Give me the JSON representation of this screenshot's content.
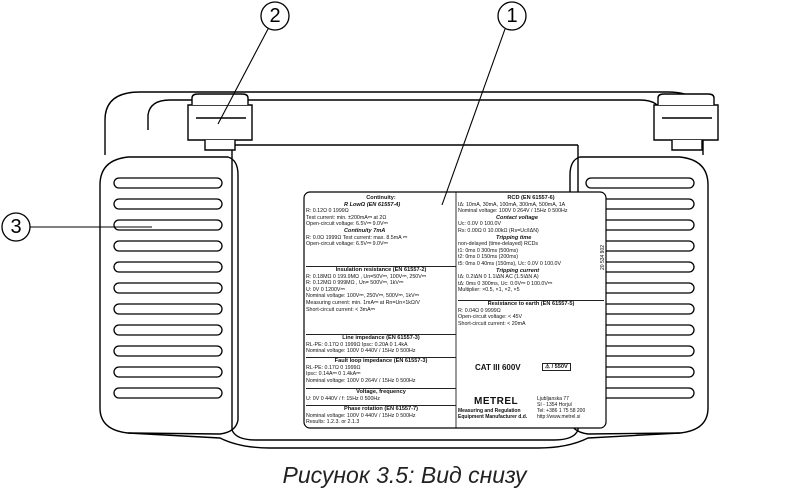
{
  "callouts": [
    "1",
    "2",
    "3"
  ],
  "caption": "Рисунок 3.5: Вид снизу",
  "serial": "20 534 902",
  "label": {
    "left": [
      {
        "lines": [
          {
            "text": "Continuity:",
            "style": "b"
          },
          {
            "text": "R LowΩ  (EN 61557-4)",
            "style": "sub"
          },
          {
            "text": "R: 0.12Ω  0 1999Ω",
            "style": "t"
          },
          {
            "text": "Test current: min. ±200mA⎓ at 2Ω",
            "style": "t"
          },
          {
            "text": "Open-circuit voltage: 6.5V⎓  9.0V⎓",
            "style": "t"
          },
          {
            "text": "Continuity 7mA",
            "style": "sub"
          },
          {
            "text": "R: 0.0Ω  1999Ω  Test current: max. 8.5mA ⎓",
            "style": "t"
          },
          {
            "text": "Open-circuit voltage: 6.5V⎓  9.0V⎓",
            "style": "t"
          }
        ]
      },
      {
        "lines": [
          {
            "text": "Insulation resistance (EN 61557-2)",
            "style": "b"
          },
          {
            "text": "R: 0.18MΩ  0 199.9MΩ , Un=50V⎓, 100V⎓, 250V⎓",
            "style": "t"
          },
          {
            "text": "R: 0.12MΩ  0 999MΩ , Un= 500V⎓, 1kV⎓",
            "style": "t"
          },
          {
            "text": "U: 0V  0 1200V⎓",
            "style": "t"
          },
          {
            "text": "Nominal voltage: 100V⎓, 250V⎓, 500V⎓, 1kV⎓",
            "style": "t"
          },
          {
            "text": "Measuring current: min. 1mA⎓ at Rn=Un×1kΩ/V",
            "style": "t"
          },
          {
            "text": "Short-circuit current: < 3mA⎓",
            "style": "t"
          }
        ]
      },
      {
        "lines": [
          {
            "text": "Line impedance (EN 61557-3)",
            "style": "b"
          },
          {
            "text": "RL-PE: 0.17Ω  0 1999Ω   Ipsc: 0.20A  0 1.4kA",
            "style": "t"
          },
          {
            "text": "Nominal voltage: 100V  0 440V / 15Hz  0 500Hz",
            "style": "t"
          }
        ]
      },
      {
        "lines": [
          {
            "text": "Fault loop impedance (EN 61557-3)",
            "style": "b"
          },
          {
            "text": "RL-PE: 0.17Ω  0 1999Ω",
            "style": "t"
          },
          {
            "text": "Ipsc: 0.14A⎓ 0 1.4kA⎓",
            "style": "t"
          },
          {
            "text": "Nominal voltage: 100V  0 264V / 15Hz  0 500Hz",
            "style": "t"
          }
        ]
      },
      {
        "lines": [
          {
            "text": "Voltage, frequency",
            "style": "b"
          },
          {
            "text": "U: 0V  0 440V / f: 15Hz  0 500Hz",
            "style": "t"
          }
        ]
      },
      {
        "lines": [
          {
            "text": "Phase rotation (EN 61557-7)",
            "style": "b"
          },
          {
            "text": "Nominal voltage: 100V  0 440V / 15Hz  0 500Hz",
            "style": "t"
          },
          {
            "text": "Results: 1.2.3. or 2.1.3",
            "style": "t"
          }
        ]
      }
    ],
    "right": [
      {
        "lines": [
          {
            "text": "RCD (EN 61557-6)",
            "style": "b"
          },
          {
            "text": "IΔ: 10mA, 30mA, 100mA, 300mA, 500mA, 1A",
            "style": "t"
          },
          {
            "text": "Nominal voltage: 100V  0 264V / 15Hz  0 500Hz",
            "style": "t"
          },
          {
            "text": "Contact voltage",
            "style": "sub"
          },
          {
            "text": "Uc: 0.0V  0 100.0V",
            "style": "t"
          },
          {
            "text": "Rs: 0.00Ω  0 10.00kΩ (Rs=Uc/IΔN)",
            "style": "t"
          },
          {
            "text": "Tripping time",
            "style": "sub"
          },
          {
            "text": "non-delayed (time-delayed) RCDs",
            "style": "t"
          },
          {
            "text": "t1: 0ms  0 300ms (500ms)",
            "style": "t"
          },
          {
            "text": "t2: 0ms  0 150ms (200ms)",
            "style": "t"
          },
          {
            "text": "t5: 0ms  0 40ms (150ms),  Uc: 0.0V  0 100.0V",
            "style": "t"
          },
          {
            "text": "Tripping current",
            "style": "sub"
          },
          {
            "text": "IΔ: 0.2IΔN  0 1.1IΔN AC (1.5IΔN A)",
            "style": "t"
          },
          {
            "text": "tΔ: 0ms  0 300ms,  Uc: 0.0V⎓ 0 100.0V⎓",
            "style": "t"
          },
          {
            "text": "Multiplier: ×0.5, ×1, ×2, ×5",
            "style": "t"
          }
        ]
      },
      {
        "lines": [
          {
            "text": "Resistance to earth (EN 61557-5)",
            "style": "b"
          },
          {
            "text": "R: 0.04Ω  0 9999Ω",
            "style": "t"
          },
          {
            "text": "Open-circuit voltage: < 45V",
            "style": "t"
          },
          {
            "text": "Short-circuit current: < 20mA",
            "style": "t"
          }
        ]
      }
    ],
    "cat": "CAT III 600V",
    "warning": "⚠ / 550V",
    "brand": "METREL",
    "brand_sub": [
      "Measuring and Regulation",
      "Equipment Manufacturer d.d."
    ],
    "address": [
      "Ljubljanska 77",
      "SI - 1354 Horjul",
      "Tel: +386 1 75 58 200",
      "http://www.metrel.si"
    ]
  }
}
